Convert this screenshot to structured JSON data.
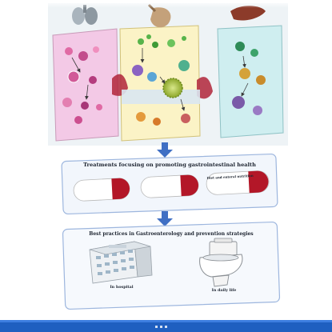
{
  "colors": {
    "lung_panel": "#f3c9e6",
    "immune_panel": "#fbf3c6",
    "liver_panel": "#cfeef0",
    "vessel_red": "#b0243a",
    "arrow_blue": "#3f6fc4",
    "treatment_panel": "#f2f6fc",
    "pill_red": "#b31728",
    "footer_blue": "#1f5fc0"
  },
  "top_panel": {
    "icons": [
      "lungs-icon",
      "stomach-icon",
      "liver-icon",
      "vessel-icon",
      "virus-particles-icon",
      "immune-cells-icon"
    ]
  },
  "treatment_panel": {
    "title": "Treatments focusing on promoting gastrointestinal health",
    "pills": [
      {
        "title": ""
      },
      {
        "title": ""
      },
      {
        "title": "Diet and enteral nutrition"
      }
    ]
  },
  "practice_panel": {
    "title": "Best practices in Gastroenterology and prevention strategies",
    "items": [
      {
        "title": "In hospital",
        "icon": "hospital-building-icon"
      },
      {
        "title": "In daily life",
        "icon": "toilet-icon"
      }
    ]
  }
}
